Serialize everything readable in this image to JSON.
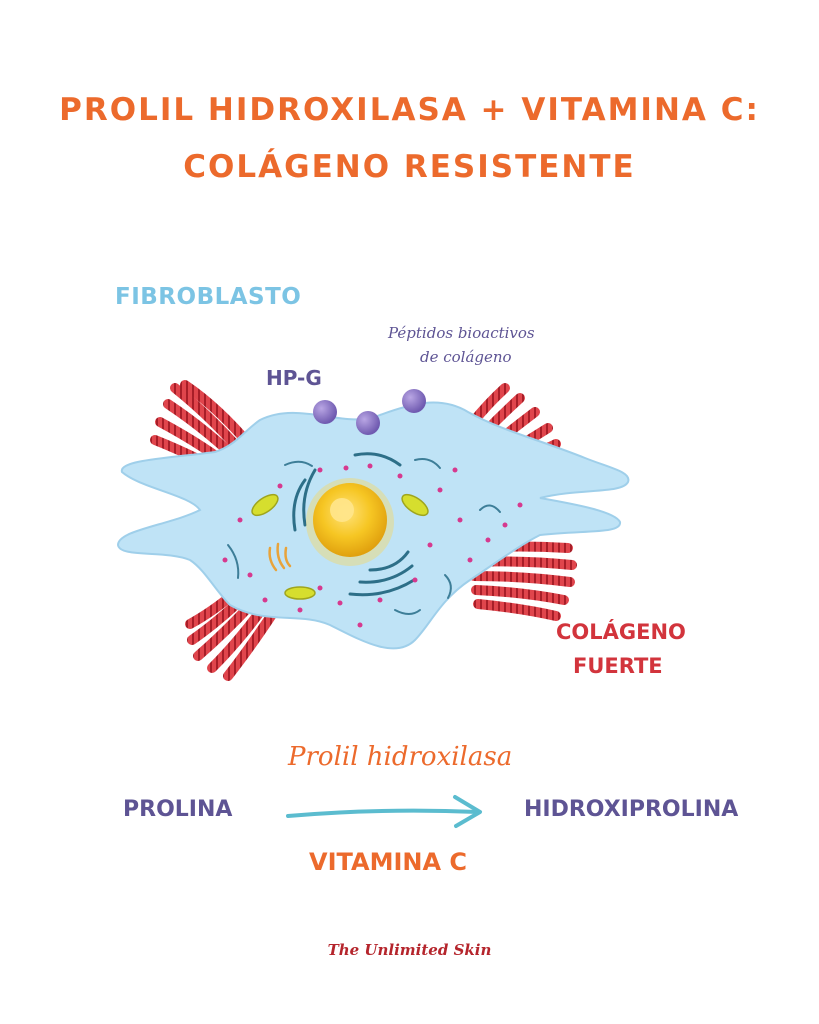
{
  "title": {
    "line1": "PROLIL HIDROXILASA + VITAMINA C:",
    "line2": "COLÁGENO RESISTENTE"
  },
  "labels": {
    "fibroblast": "FIBROBLASTO",
    "hpg": "HP-G",
    "peptides_line1": "Péptidos bioactivos",
    "peptides_line2": "de colágeno",
    "collagen_line1": "COLÁGENO",
    "collagen_line2": "FUERTE"
  },
  "reaction": {
    "enzyme": "Prolil hidroxilasa",
    "substrate": "PROLINA",
    "product": "HIDROXIPROLINA",
    "cofactor": "VITAMINA C"
  },
  "footer": "The Unlimited Skin",
  "colors": {
    "title_orange": "#EC6A2C",
    "fibroblast_blue": "#7CC4E4",
    "purple_text": "#5E5494",
    "collagen_red": "#D2343C",
    "arrow_teal": "#5BBCCF",
    "cell_body": "#BFE3F6",
    "nucleus_yellow": "#F4C21C",
    "footer_red": "#B5252C"
  },
  "icons": [
    "collagen-fiber-icon",
    "peptide-sphere-icon",
    "nucleus-icon",
    "mitochondria-icon",
    "golgi-icon",
    "reaction-arrow-icon"
  ]
}
